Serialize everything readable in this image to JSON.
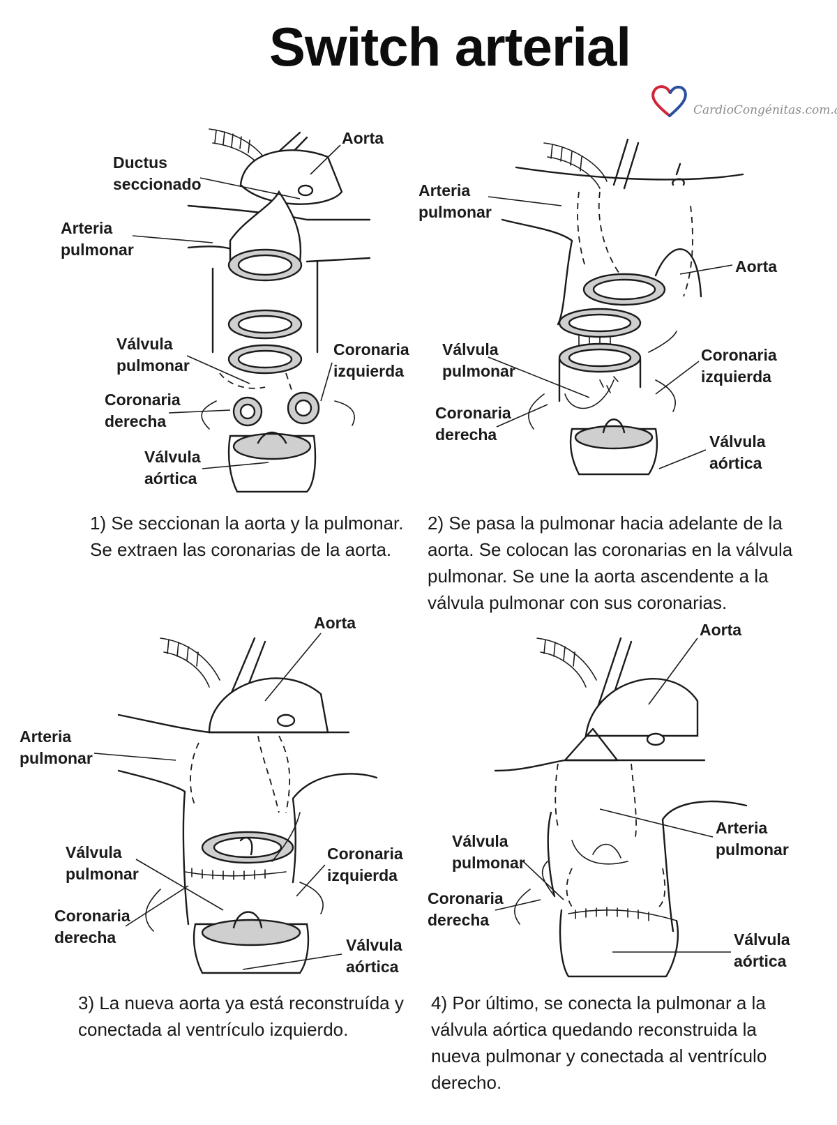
{
  "title": "Switch arterial",
  "logo": {
    "text": "CardioCongénitas.com.ar",
    "heart_colors": [
      "#d1263a",
      "#2a4f9e"
    ]
  },
  "panels": [
    {
      "labels": {
        "aorta": "Aorta",
        "ductus": "Ductus\nseccionado",
        "arteria_pulmonar": "Arteria\npulmonar",
        "valvula_pulmonar": "Válvula\npulmonar",
        "coronaria_izquierda": "Coronaria\nizquierda",
        "coronaria_derecha": "Coronaria\nderecha",
        "valvula_aortica": "Válvula\naórtica"
      },
      "caption": "1) Se seccionan la aorta y la pulmonar. Se extraen las coronarias de la aorta."
    },
    {
      "labels": {
        "arteria_pulmonar": "Arteria\npulmonar",
        "aorta": "Aorta",
        "valvula_pulmonar": "Válvula\npulmonar",
        "coronaria_izquierda": "Coronaria\nizquierda",
        "coronaria_derecha": "Coronaria\nderecha",
        "valvula_aortica": "Válvula\naórtica"
      },
      "caption": "2) Se pasa la pulmonar hacia adelante de la aorta. Se colocan las coronarias en la válvula pulmonar. Se une la aorta ascendente a la válvula pulmonar con sus coronarias."
    },
    {
      "labels": {
        "aorta": "Aorta",
        "arteria_pulmonar": "Arteria\npulmonar",
        "valvula_pulmonar": "Válvula\npulmonar",
        "coronaria_izquierda": "Coronaria\nizquierda",
        "coronaria_derecha": "Coronaria\nderecha",
        "valvula_aortica": "Válvula\naórtica"
      },
      "caption": "3) La nueva aorta ya está reconstruída y conectada al ventrículo izquierdo."
    },
    {
      "labels": {
        "aorta": "Aorta",
        "arteria_pulmonar": "Arteria\npulmonar",
        "valvula_pulmonar": "Válvula\npulmonar",
        "coronaria_derecha": "Coronaria\nderecha",
        "valvula_aortica": "Válvula\naórtica"
      },
      "caption": "4) Por último, se conecta la pulmonar a la válvula aórtica quedando reconstruida la nueva pulmonar y conectada al ventrículo derecho."
    }
  ]
}
